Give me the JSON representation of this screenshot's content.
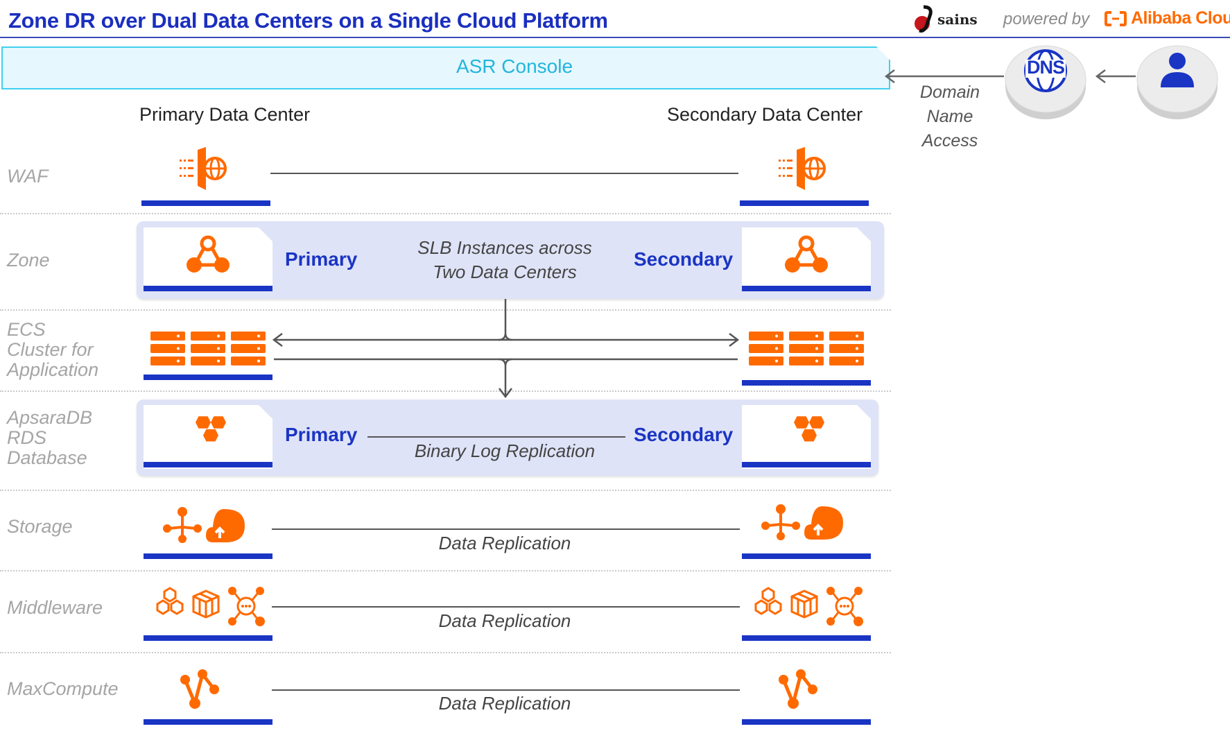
{
  "header": {
    "title": "Zone DR over Dual Data Centers on a Single Cloud Platform",
    "brand_left": "sains",
    "powered_by": "powered by",
    "brand_right": "Alibaba Cloud"
  },
  "console": {
    "label": "ASR Console"
  },
  "data_centers": {
    "primary": "Primary Data Center",
    "secondary": "Secondary Data Center"
  },
  "dns": {
    "icon_text": "DNS",
    "label": "Domain\nName\nAccess"
  },
  "rows": {
    "waf": {
      "label": "WAF"
    },
    "zone": {
      "label": "Zone",
      "primary": "Primary",
      "secondary": "Secondary",
      "caption": "SLB Instances across\nTwo Data Centers"
    },
    "ecs": {
      "label": "ECS\nCluster for\nApplication"
    },
    "rds": {
      "label": "ApsaraDB\nRDS\nDatabase",
      "primary": "Primary",
      "secondary": "Secondary",
      "caption": "Binary Log Replication"
    },
    "storage": {
      "label": "Storage",
      "caption": "Data Replication"
    },
    "middleware": {
      "label": "Middleware",
      "caption": "Data Replication"
    },
    "maxcompute": {
      "label": "MaxCompute",
      "caption": "Data Replication"
    }
  },
  "colors": {
    "title_blue": "#1a2fbf",
    "accent_orange": "#ff6a00",
    "bar_blue": "#1a35c4",
    "console_cyan": "#3fd0ee"
  },
  "icons": [
    "waf-icon",
    "slb-icon",
    "server-cluster-icon",
    "rds-hexagon-icon",
    "storage-icon",
    "middleware-icon",
    "maxcompute-icon",
    "dns-icon",
    "user-icon"
  ]
}
